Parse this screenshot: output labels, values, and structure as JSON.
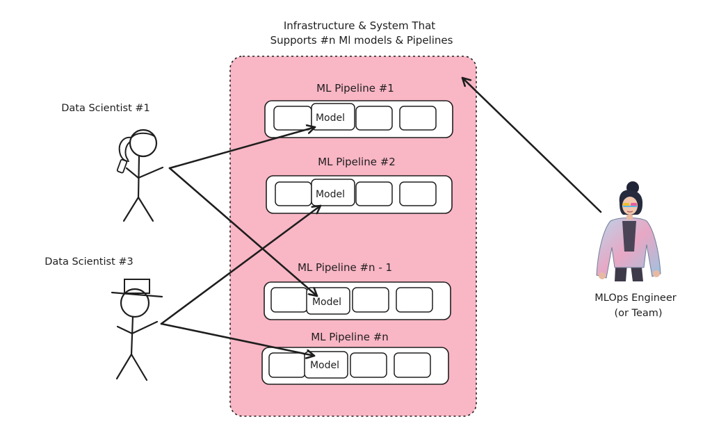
{
  "infra": {
    "title_line1": "Infrastructure & System That",
    "title_line2": "Supports #n Ml models & Pipelines",
    "fill_color": "#f9b6c5"
  },
  "pipelines": [
    {
      "label": "ML Pipeline #1",
      "model_label": "Model"
    },
    {
      "label": "ML Pipeline #2",
      "model_label": "Model"
    },
    {
      "label": "ML Pipeline #n - 1",
      "model_label": "Model"
    },
    {
      "label": "ML Pipeline #n",
      "model_label": "Model"
    }
  ],
  "people": {
    "scientist_1": {
      "label": "Data Scientist #1"
    },
    "scientist_3": {
      "label": "Data Scientist #3"
    },
    "engineer": {
      "label_line1": "MLOps Engineer",
      "label_line2": "(or Team)",
      "avatar": "avatar-icon"
    }
  }
}
